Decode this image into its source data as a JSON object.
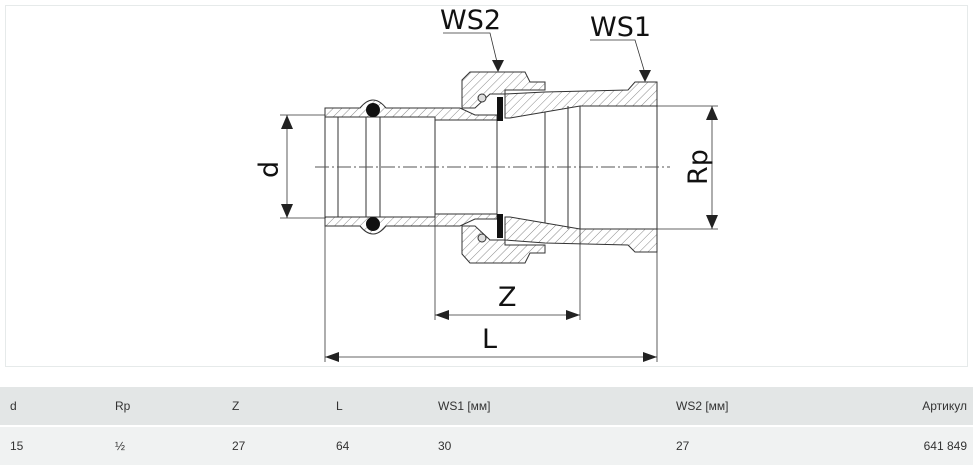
{
  "drawing": {
    "labels": {
      "ws2": "WS2",
      "ws1": "WS1",
      "d": "d",
      "rp": "Rp",
      "z": "Z",
      "l": "L"
    }
  },
  "table": {
    "headers": [
      "d",
      "Rp",
      "Z",
      "L",
      "WS1 [мм]",
      "WS2 [мм]",
      "Артикул"
    ],
    "rows": [
      [
        "15",
        "½",
        "27",
        "64",
        "30",
        "27",
        "641 849"
      ]
    ]
  }
}
